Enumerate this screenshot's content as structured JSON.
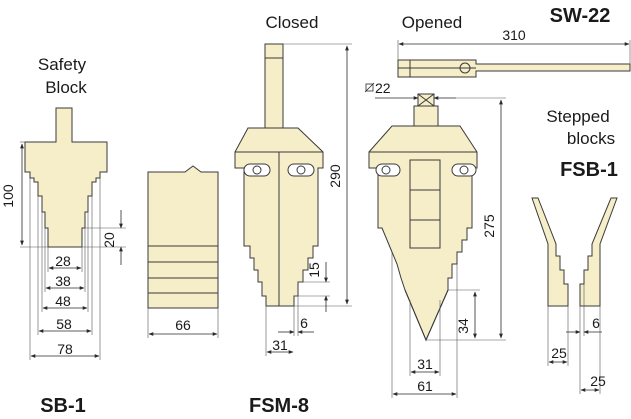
{
  "header": {
    "model_code": "SW-22",
    "closed_label": "Closed",
    "opened_label": "Opened"
  },
  "safety_block": {
    "title_line1": "Safety",
    "title_line2": "Block",
    "code": "SB-1",
    "dims": {
      "height": "100",
      "step": "20",
      "w1": "28",
      "w2": "38",
      "w3": "48",
      "w4": "58",
      "w5": "78"
    }
  },
  "fsm8": {
    "code": "FSM-8",
    "dims": {
      "side_width": "66",
      "height": "290",
      "step": "15",
      "tip": "6",
      "base": "31"
    }
  },
  "opened": {
    "dims": {
      "length": "310",
      "diameter": "22",
      "height": "275",
      "tip": "34",
      "base_inner": "31",
      "base_outer": "61"
    }
  },
  "stepped_blocks": {
    "title_line1": "Stepped",
    "title_line2": "blocks",
    "code": "FSB-1",
    "dims": {
      "step": "6",
      "w1": "25",
      "w2": "25"
    }
  }
}
